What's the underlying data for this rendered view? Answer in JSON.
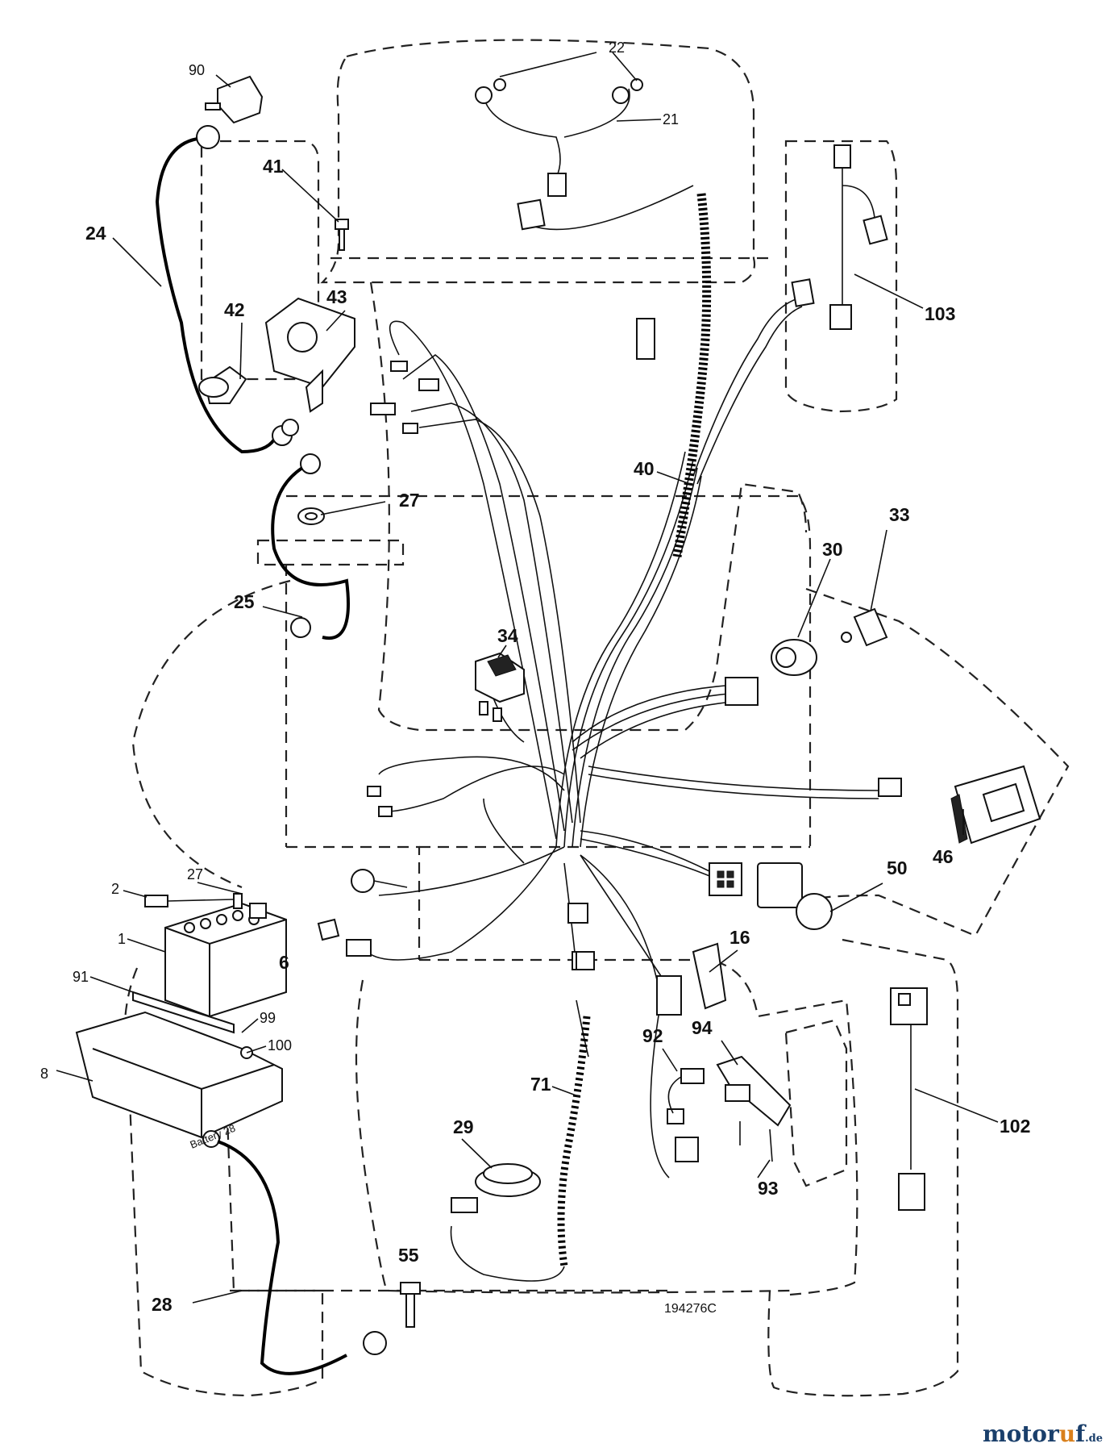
{
  "diagram": {
    "part_labels": {
      "p90": "90",
      "p22": "22",
      "p21": "21",
      "p24": "24",
      "p41": "41",
      "p42": "42",
      "p43": "43",
      "p103": "103",
      "p40": "40",
      "p27a": "27",
      "p25": "25",
      "p33": "33",
      "p30": "30",
      "p34": "34",
      "p2": "2",
      "p27b": "27",
      "p1": "1",
      "p6": "6",
      "p91": "91",
      "p99": "99",
      "p100": "100",
      "p8": "8",
      "p50": "50",
      "p46": "46",
      "p16": "16",
      "p94": "94",
      "p92": "92",
      "p71": "71",
      "p29": "29",
      "p93": "93",
      "p102": "102",
      "p55": "55",
      "p28": "28"
    },
    "battery_text": "Battery 28",
    "drawing_number": "194276C"
  },
  "watermark": {
    "main": "motor",
    "accent": "u",
    "end": "f",
    "tld": ".de"
  },
  "colors": {
    "line": "#111111",
    "watermark_blue": "#1a3f6b",
    "watermark_orange": "#d9801c"
  }
}
